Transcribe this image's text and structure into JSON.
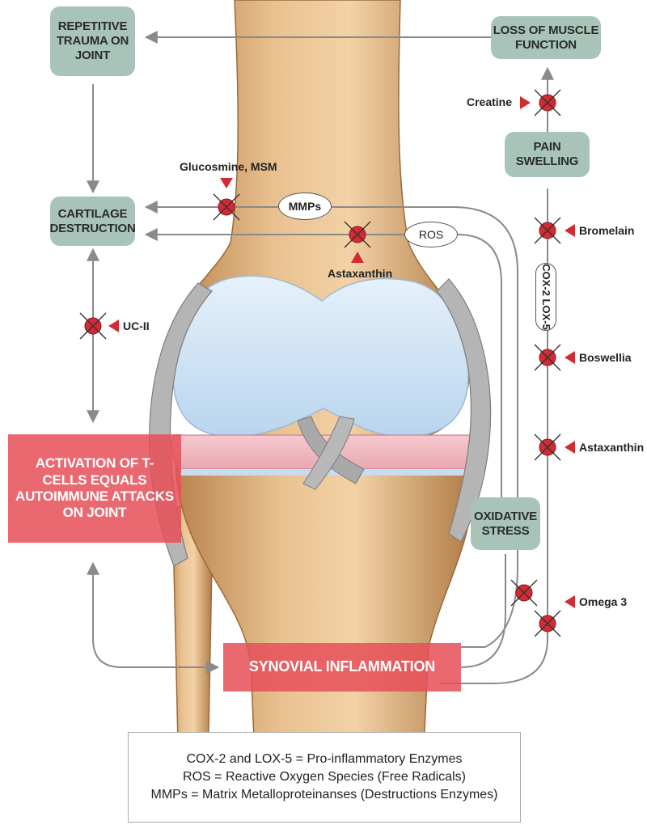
{
  "nodes": {
    "repetitive_trauma": "REPETITIVE TRAUMA ON JOINT",
    "loss_muscle": "LOSS OF MUSCLE FUNCTION",
    "pain_swelling": "PAIN SWELLING",
    "cartilage": "CARTILAGE DESTRUCTION",
    "tcells": "ACTIVATION OF T-CELLS EQUALS AUTOIMMUNE ATTACKS ON JOINT",
    "oxidative": "OXIDATIVE STRESS",
    "synovial": "SYNOVIAL INFLAMMATION"
  },
  "ovals": {
    "mmps": "MMPs",
    "ros": "ROS",
    "cox_lox": "COX-2 LOX-5"
  },
  "inhibitors": {
    "creatine": "Creatine",
    "glucosmine": "Glucosmine, MSM",
    "astaxanthin_top": "Astaxanthin",
    "uc2": "UC-II",
    "bromelain": "Bromelain",
    "boswellia": "Boswellia",
    "astaxanthin_right": "Astaxanthin",
    "omega3": "Omega 3"
  },
  "legend": {
    "line1": "COX-2 and LOX-5 = Pro-inflammatory Enzymes",
    "line2": "ROS = Reactive Oxygen Species (Free Radicals)",
    "line3": "MMPs = Matrix Metalloproteinanses (Destructions Enzymes)"
  },
  "colors": {
    "node_green": "#a8c4b8",
    "node_red": "#e6505a",
    "bone": "#d9a56e",
    "cartilage": "#cfe3f5",
    "inhibit_red": "#d42a34",
    "arrow_gray": "#8a8a8a"
  }
}
